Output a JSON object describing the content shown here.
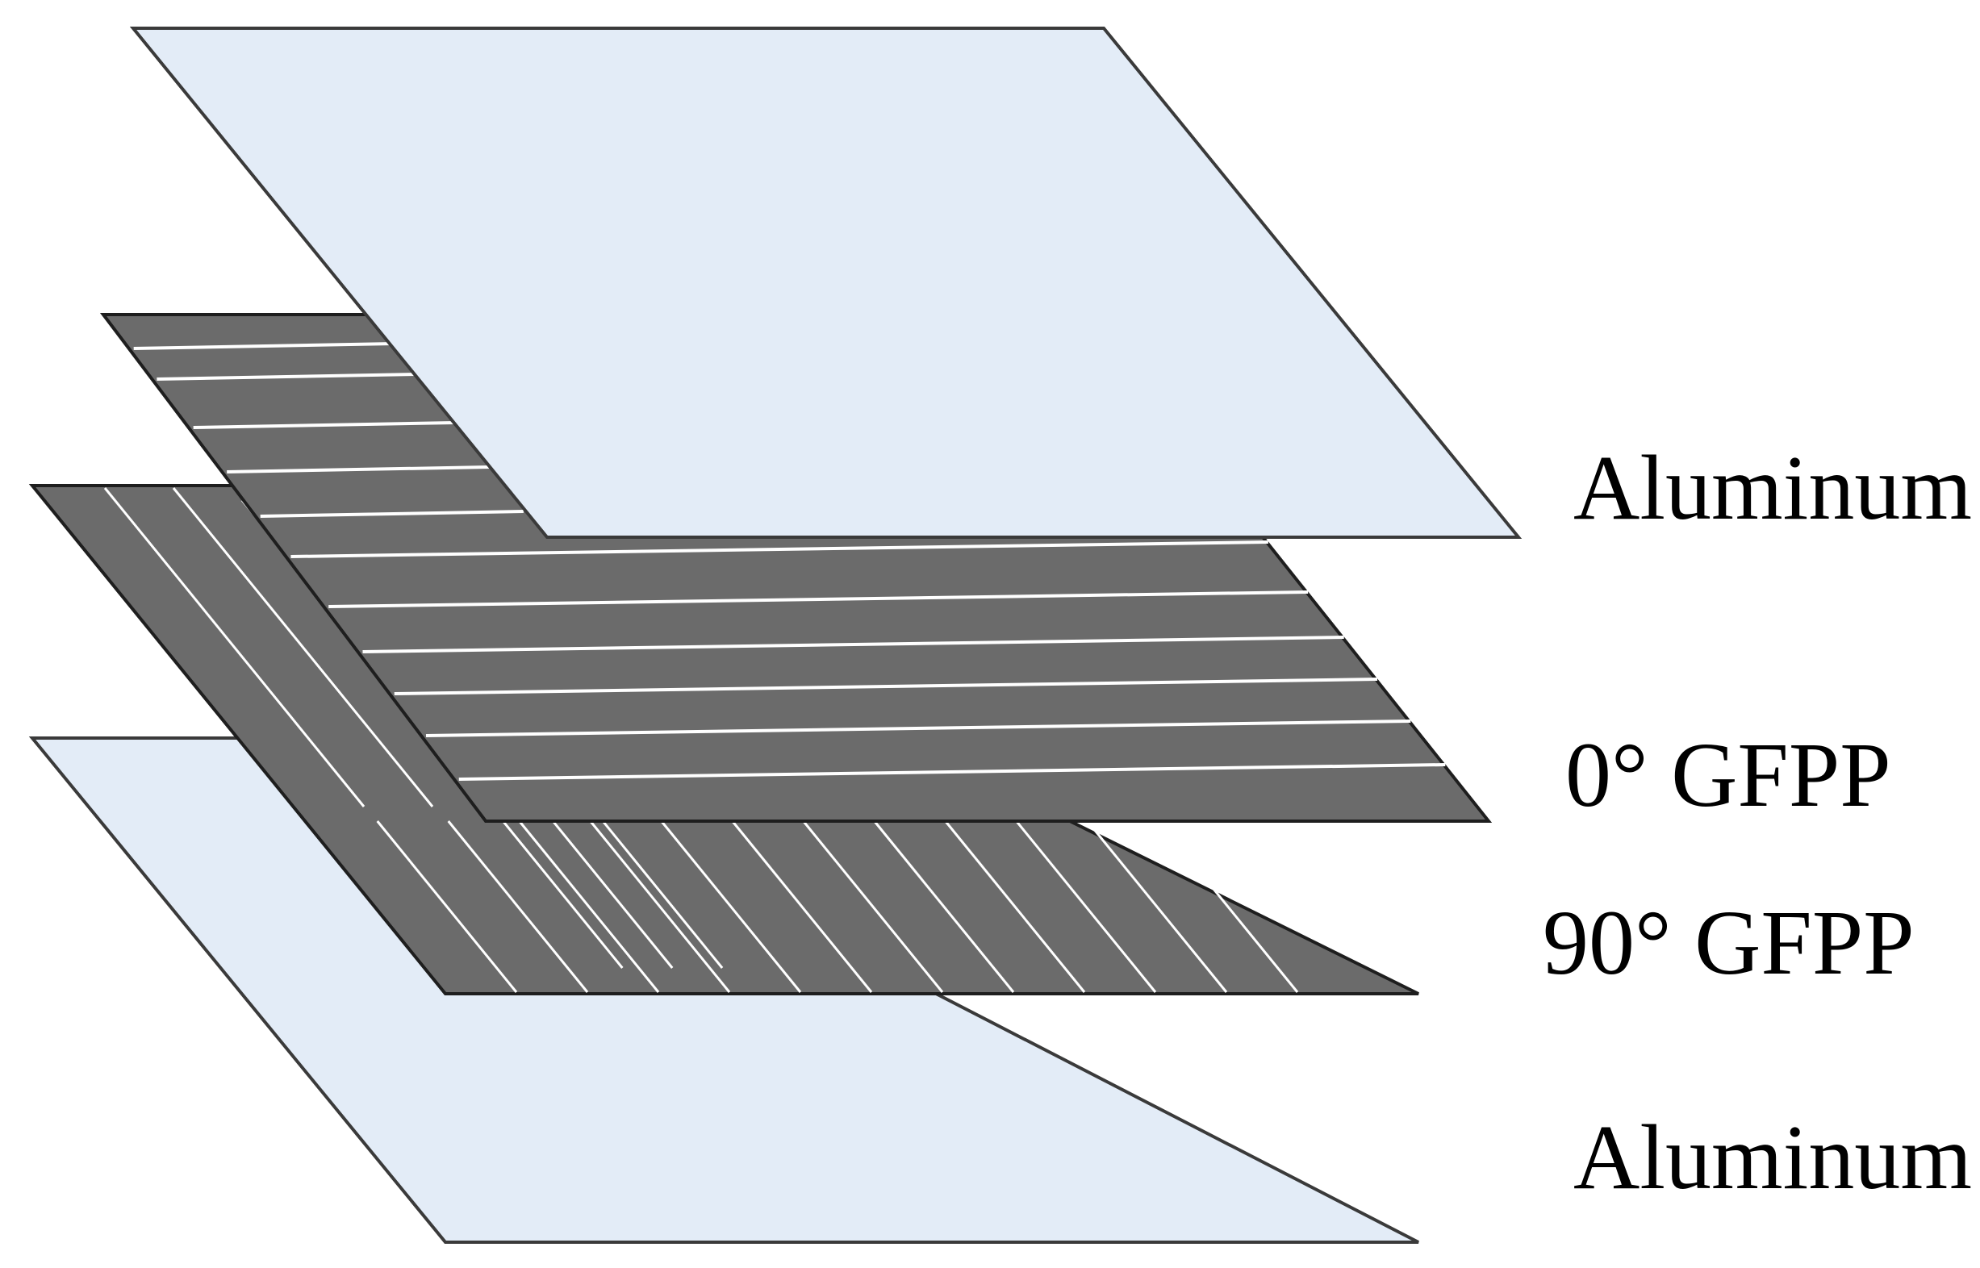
{
  "labels": {
    "aluminum_top": "Aluminum",
    "gfpp_0": "0° GFPP",
    "gfpp_90": "90° GFPP",
    "aluminum_bottom": "Aluminum"
  },
  "colors": {
    "aluminum_fill": "#e3ecf7",
    "gfpp_fill": "#6b6b6b",
    "fiber_line": "#ffffff",
    "outline": "#3a3a3a"
  }
}
